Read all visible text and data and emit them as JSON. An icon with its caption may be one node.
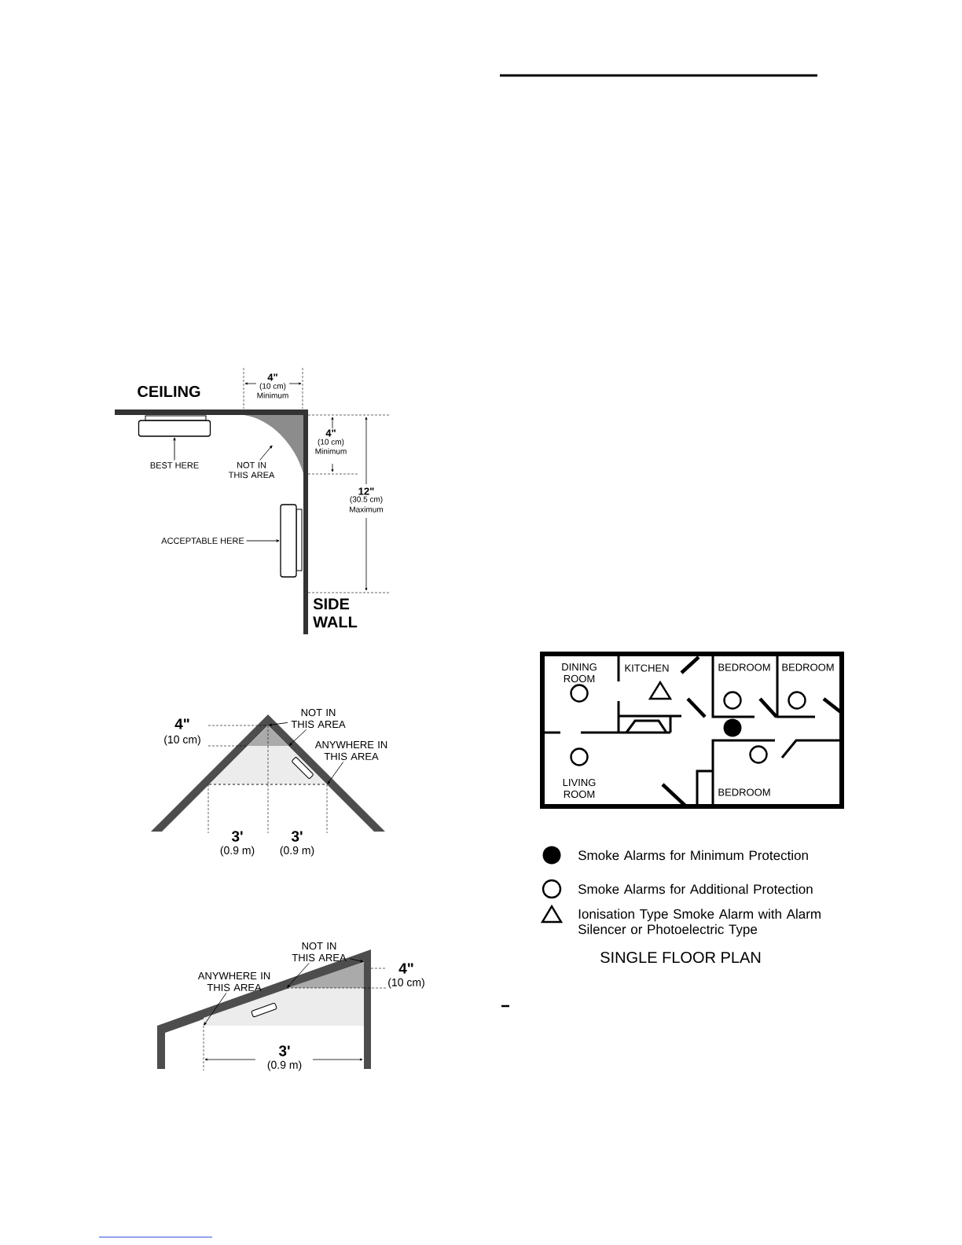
{
  "diagram": {
    "nodes": [
      {
        "text": [
          "BEST HERE"
        ]
      },
      {
        "text": [],
        "shape": "box"
      },
      {
        "text": [
          "NOT IN THIS AREA"
        ]
      },
      {
        "text": [
          "ACCEPTABLE HERE"
        ]
      },
      {
        "text": [],
        "shape": "box"
      },
      {
        "text": [
          "NOT IN THIS AREA"
        ]
      },
      {
        "text": [
          "ANYWHERE IN THIS AREA"
        ]
      },
      {
        "text": [
          "NOT IN THIS AREA"
        ]
      },
      {
        "text": [
          "ANYWHERE IN THIS AREA"
        ]
      },
      {
        "text": [],
        "shape": "triangle"
      },
      {
        "text": [],
        "shape": "triangle",
        "in": 9
      },
      {
        "text": [],
        "shape": "band"
      },
      {
        "text": [],
        "shape": "triangle",
        "in": 11
      }
    ],
    "edges": [
      {
        "from": 0,
        "to": 1,
        "arrow": "to"
      },
      {
        "from": 2,
        "to": null,
        "arrow": "to"
      },
      {
        "from": 3,
        "to": 4,
        "arrow": "to"
      },
      {
        "from": 5,
        "to": 10,
        "arrow": "to"
      },
      {
        "from": 5,
        "to": 10,
        "arrow": "to"
      },
      {
        "from": 6,
        "to": 9,
        "arrow": "to"
      },
      {
        "from": 7,
        "to": 12,
        "arrow": "to"
      },
      {
        "from": 7,
        "to": 12,
        "arrow": "to"
      },
      {
        "from": 8,
        "to": 11,
        "arrow": "to"
      }
    ],
    "labels": [
      "CEILING",
      "4\"",
      "(10 cm)",
      "Minimum",
      "4\"",
      "(10 cm)",
      "Minimum",
      "12\"",
      "(30.5 cm)",
      "Maximum",
      "SIDE WALL",
      "4\"",
      "(10 cm)",
      "3'",
      "(0.9 m)",
      "3'",
      "(0.9 m)",
      "4\"",
      "(10 cm)",
      "3'",
      "(0.9 m)",
      "DINING ROOM",
      "KITCHEN",
      "BEDROOM",
      "BEDROOM",
      "LIVING ROOM",
      "BEDROOM",
      "SINGLE FLOOR PLAN"
    ],
    "legend": [
      {
        "text": "Smoke Alarms for Minimum Protection"
      },
      {
        "text": "Smoke Alarms for Additional Protection"
      },
      {
        "text": "Ionisation Type Smoke Alarm with Alarm Silencer or Photoelectric Type"
      }
    ]
  }
}
